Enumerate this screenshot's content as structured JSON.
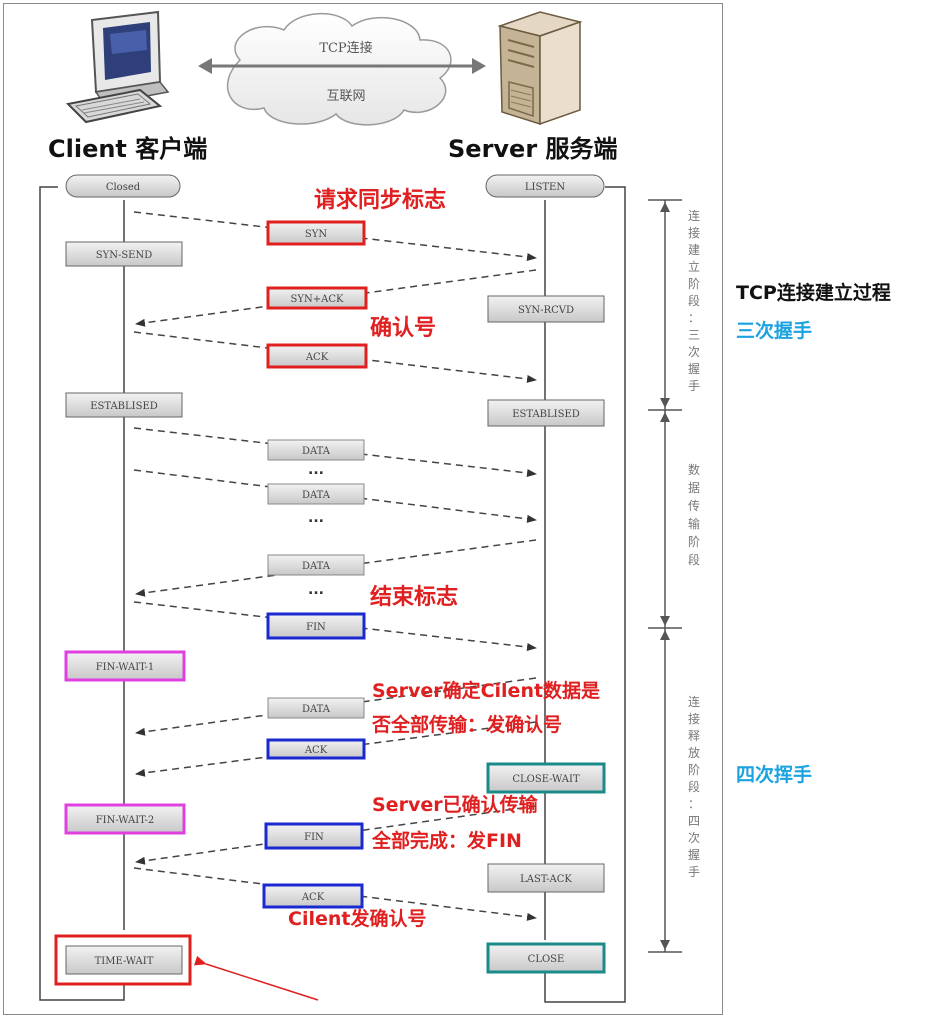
{
  "network": {
    "tcp_label": "TCP连接",
    "internet_label": "互联网"
  },
  "client": {
    "title": "Client 客户端",
    "states": [
      "Closed",
      "SYN-SEND",
      "ESTABLISED",
      "FIN-WAIT-1",
      "FIN-WAIT-2",
      "TIME-WAIT"
    ]
  },
  "server": {
    "title": "Server 服务端",
    "states": [
      "LISTEN",
      "SYN-RCVD",
      "ESTABLISED",
      "CLOSE-WAIT",
      "LAST-ACK",
      "CLOSE"
    ]
  },
  "packets": {
    "syn": "SYN",
    "synack": "SYN+ACK",
    "ack1": "ACK",
    "data1": "DATA",
    "data2": "DATA",
    "data3": "DATA",
    "fin1": "FIN",
    "data4": "DATA",
    "ack2": "ACK",
    "fin2": "FIN",
    "ack3": "ACK",
    "ellipsis": "..."
  },
  "phases": {
    "establish": "连接建立阶段：三次握手",
    "transfer": "数据传输阶段",
    "release": "连接释放阶段：四次握手"
  },
  "annotations": {
    "sync_flag": "请求同步标志",
    "ack_number": "确认号",
    "end_flag": "结束标志",
    "server_confirm_1": "Server确定Cilent数据是",
    "server_confirm_2": "否全部传输：发确认号",
    "server_done_1": "Server已确认传输",
    "server_done_2": "全部完成：发FIN",
    "client_ack": "Cilent发确认号"
  },
  "side_labels": {
    "title": "TCP连接建立过程",
    "three_way": "三次握手",
    "four_way": "四次挥手"
  },
  "colors": {
    "annotation_red": "#e02020",
    "side_blue": "#1aa3e0",
    "highlight_red": "#e02020",
    "highlight_blue": "#1a2ad0",
    "highlight_magenta": "#e040e0",
    "highlight_teal": "#1a8a8a"
  }
}
